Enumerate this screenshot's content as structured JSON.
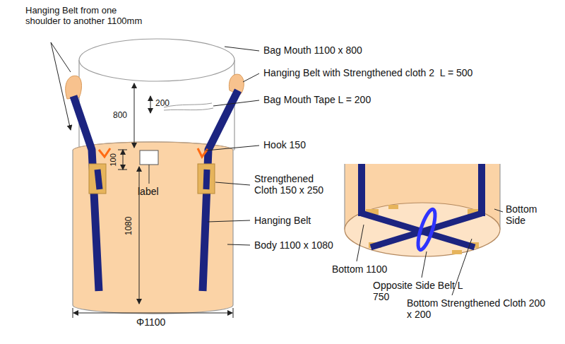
{
  "diagram": {
    "labels": [
      "Hanging Belt from one shoulder to another 1100mm",
      "Bag Mouth 1100 x 800",
      "Hanging Belt with Strengthened cloth 2  L = 500",
      "Bag Mouth Tape L = 200",
      "Hook 150",
      "Strengthened Cloth 150 x 250",
      "Hanging Belt",
      "Body 1100 x 1080",
      "800",
      "200",
      "100",
      "1080",
      "label",
      "Φ1100",
      "Bottom Side",
      "Bottom 1100",
      "Opposite Side Belt L 750",
      "Bottom Strengthened Cloth 200 x 200"
    ]
  }
}
